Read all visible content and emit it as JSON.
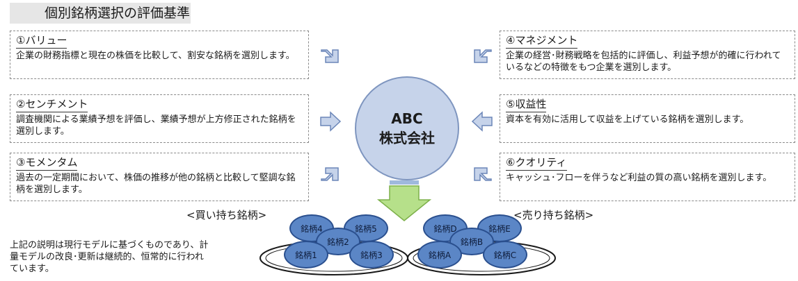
{
  "title": "個別銘柄選択の評価基準",
  "left_criteria": [
    {
      "heading": "①バリュー",
      "text": "企業の財務指標と現在の株価を比較して、割安な銘柄を選別します。"
    },
    {
      "heading": "②センチメント",
      "text": "調査機関による業績予想を評価し、業績予想が上方修正された銘柄を選別します。"
    },
    {
      "heading": "③モメンタム",
      "text": "過去の一定期間において、株価の推移が他の銘柄と比較して堅調な銘柄を選別します。"
    }
  ],
  "right_criteria": [
    {
      "heading": "④マネジメント",
      "text": "企業の経営･財務戦略を包括的に評価し、利益予想が的確に行われているなどの特徴をもつ企業を選別します。"
    },
    {
      "heading": "⑤収益性",
      "text": "資本を有効に活用して収益を上げている銘柄を選別します。"
    },
    {
      "heading": "⑥クオリティ",
      "text": "キャッシュ･フローを伴うなど利益の質の高い銘柄を選別します。"
    }
  ],
  "hub": {
    "line1": "ABC",
    "line2": "株式会社"
  },
  "buy_label": "<買い持ち銘柄>",
  "sell_label": "<売り持ち銘柄>",
  "buy_stocks": [
    "銘柄4",
    "銘柄5",
    "銘柄2",
    "銘柄1",
    "銘柄3"
  ],
  "sell_stocks": [
    "銘柄D",
    "銘柄E",
    "銘柄B",
    "銘柄A",
    "銘柄C"
  ],
  "note": "上記の説明は現行モデルに基づくものであり、計量モデルの改良･更新は継続的、恒常的に行われています。",
  "colors": {
    "hub_fill": "#c6d3ea",
    "arrow_fill": "#c6d3ea",
    "stock_fill": "#5b86c6",
    "down_arrow": "#b6e08a"
  }
}
